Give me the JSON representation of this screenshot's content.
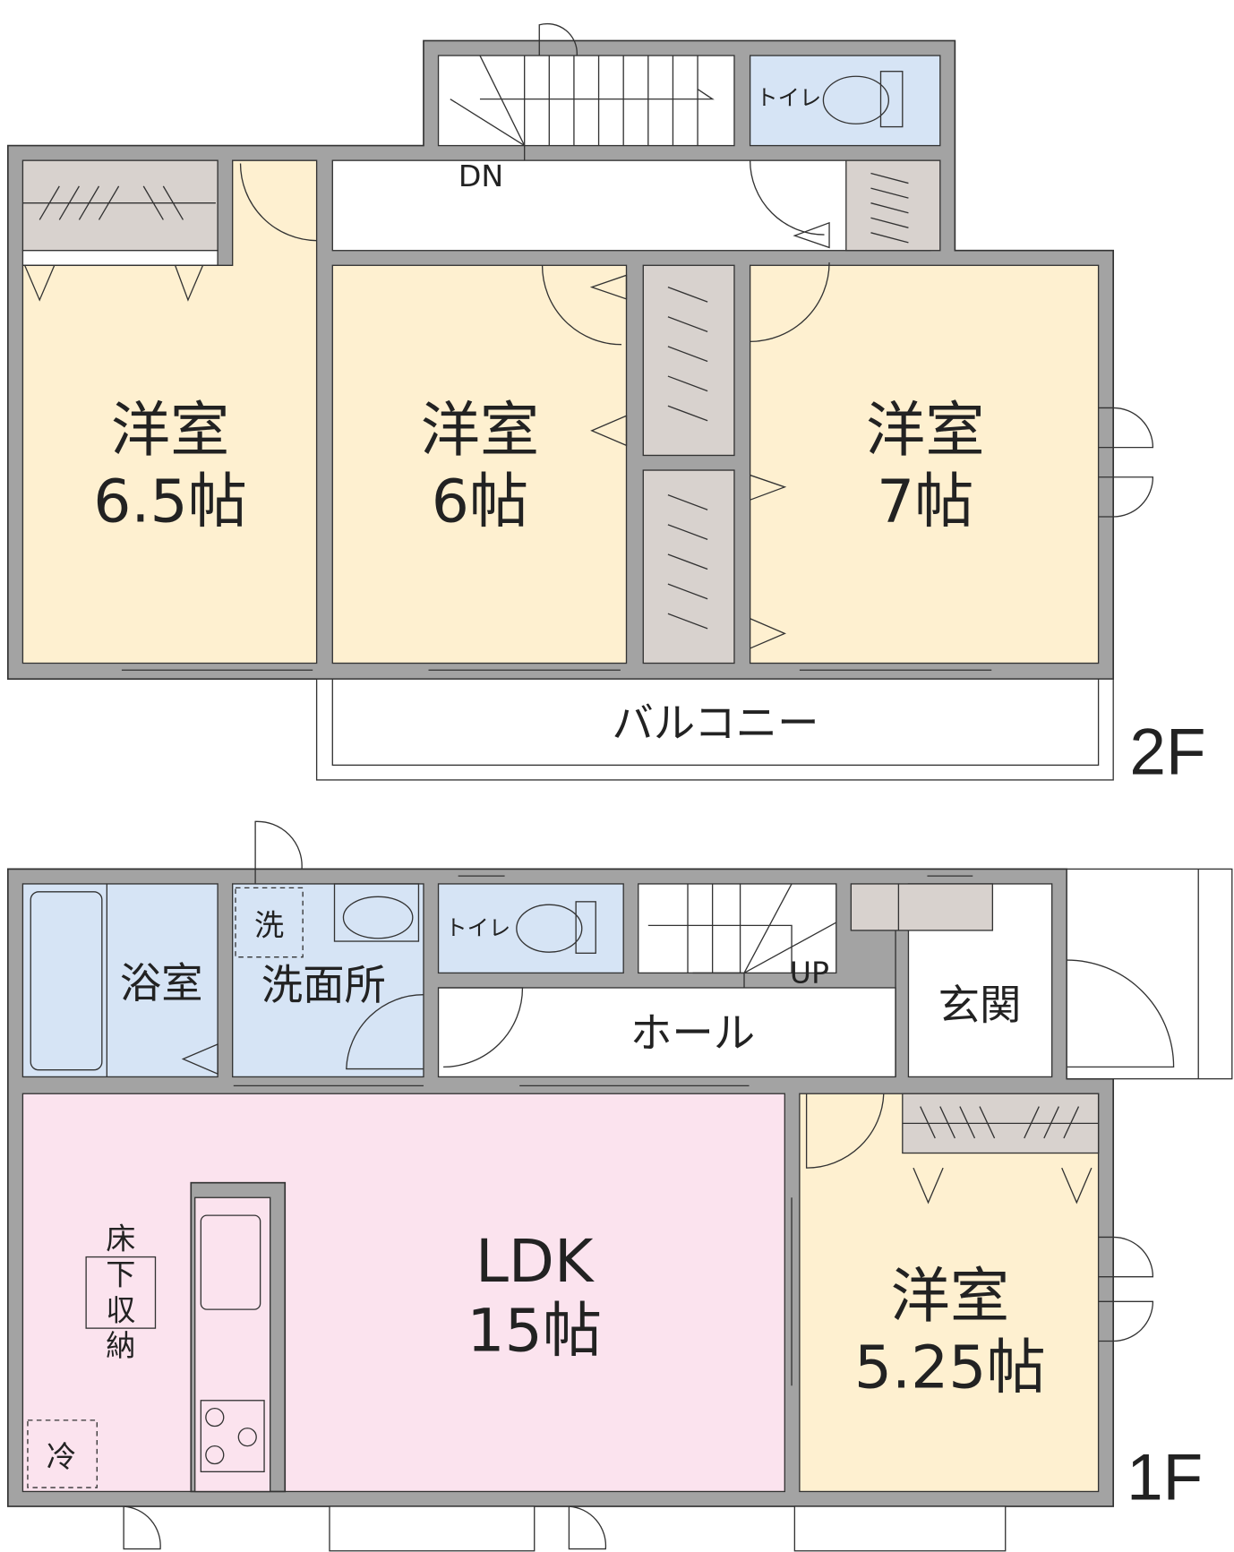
{
  "floor2": {
    "label": "2F",
    "rooms": [
      {
        "name": "洋室",
        "size": "6.5帖"
      },
      {
        "name": "洋室",
        "size": "6帖"
      },
      {
        "name": "洋室",
        "size": "7帖"
      }
    ],
    "toilet": "トイレ",
    "stairs": "DN",
    "balcony": "バルコニー"
  },
  "floor1": {
    "label": "1F",
    "bath": "浴室",
    "washroom": "洗面所",
    "washer": "洗",
    "toilet": "トイレ",
    "stairs": "UP",
    "hall": "ホール",
    "entrance": "玄関",
    "ldk": {
      "name": "LDK",
      "size": "15帖"
    },
    "underfloor": [
      "床",
      "下",
      "収",
      "納"
    ],
    "fridge": "冷",
    "room": {
      "name": "洋室",
      "size": "5.25帖"
    }
  },
  "colors": {
    "wall": "#A3A3A3",
    "bedroom": "#FEF0D0",
    "wet": "#D6E4F5",
    "ldk": "#FBE3EE",
    "closet": "#D8D2CE"
  }
}
